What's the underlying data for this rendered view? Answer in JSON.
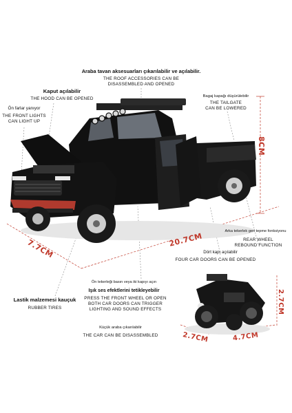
{
  "labels": {
    "roof_tr": "Araba tavan aksesuarları çıkarılabilir ve açılabilir.",
    "roof_en_1": "THE ROOF ACCESSORIES CAN BE",
    "roof_en_2": "DISASSEMBLED AND OPENED",
    "hood_tr": "Kaput açılabilir",
    "hood_en": "THE HOOD CAN BE OPENED",
    "lights_tr": "Ön farlar yanıyor",
    "lights_en_1": "THE FRONT LIGHTS",
    "lights_en_2": "CAN LIGHT UP",
    "tailgate_tr": "Bagaj kapağı düşürülebilir",
    "tailgate_en_1": "THE TAILGATE",
    "tailgate_en_2": "CAN BE LOWERED",
    "rear_tr": "Arka tekerlek geri tepme fonksiyonu",
    "rear_en_1": "REAR WHEEL",
    "rear_en_2": "REBOUND FUNCTION",
    "doors_tr": "Dört kapı açılabilir",
    "doors_en": "FOUR CAR DOORS CAN BE OPENED",
    "press_tr": "Ön tekerleği basın veya iki kapıyı açın",
    "sound_tr": "Işık ses efektlerini tetikleyebilir",
    "sound_en_1": "PRESS THE FRONT WHEEL OR OPEN",
    "sound_en_2": "BOTH CAR DOORS CAN TRIGGER",
    "sound_en_3": "LIGHTING AND SOUND EFFECTS",
    "tires_tr": "Lastik malzemesi kauçuk",
    "tires_en": "RUBBER TIRES",
    "small_tr": "Küçük araba çıkarılabilir",
    "small_en": "THE CAR CAN BE DISASSEMBLED"
  },
  "dimensions": {
    "height": "8CM",
    "length": "20.7CM",
    "width": "7.7CM",
    "atv_height": "2.7CM",
    "atv_width": "2.7CM",
    "atv_length": "4.7CM"
  },
  "colors": {
    "dimension": "#c0392b",
    "truck_body": "#141414",
    "accent": "#b03a2e"
  }
}
